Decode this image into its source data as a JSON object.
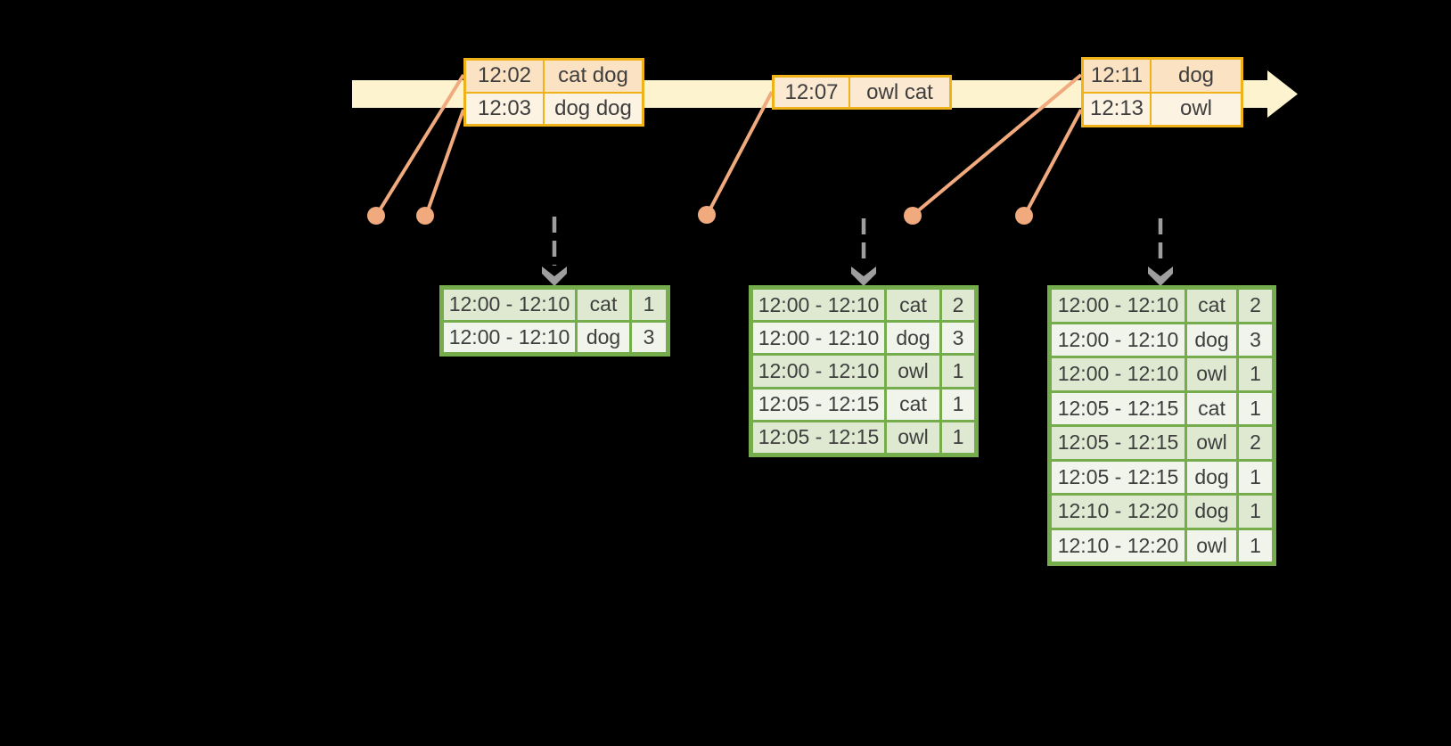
{
  "colors": {
    "background": "#000000",
    "timeline_band": "#fdf3cf",
    "event_border": "#efb219",
    "event_fill_dark": "#fbe2c2",
    "event_fill_light": "#fdf3e2",
    "event_fill_mid": "#fce9d2",
    "table_border": "#76ad4c",
    "table_row_dark": "#dfe9d1",
    "table_row_light": "#f0f4ea",
    "text": "#3e3e3e",
    "connector": "#f0aa7d",
    "trigger_arrow": "#9e9e9e"
  },
  "event_boxes": [
    {
      "rows": [
        {
          "time": "12:02",
          "words": "cat dog"
        },
        {
          "time": "12:03",
          "words": "dog dog"
        }
      ]
    },
    {
      "rows": [
        {
          "time": "12:07",
          "words": "owl cat"
        }
      ]
    },
    {
      "rows": [
        {
          "time": "12:11",
          "words": "dog"
        },
        {
          "time": "12:13",
          "words": "owl"
        }
      ]
    }
  ],
  "result_tables": [
    {
      "rows": [
        {
          "window": "12:00 - 12:10",
          "key": "cat",
          "count": "1"
        },
        {
          "window": "12:00 - 12:10",
          "key": "dog",
          "count": "3"
        }
      ]
    },
    {
      "rows": [
        {
          "window": "12:00 - 12:10",
          "key": "cat",
          "count": "2"
        },
        {
          "window": "12:00 - 12:10",
          "key": "dog",
          "count": "3"
        },
        {
          "window": "12:00 - 12:10",
          "key": "owl",
          "count": "1"
        },
        {
          "window": "12:05 - 12:15",
          "key": "cat",
          "count": "1"
        },
        {
          "window": "12:05 - 12:15",
          "key": "owl",
          "count": "1"
        }
      ]
    },
    {
      "rows": [
        {
          "window": "12:00 - 12:10",
          "key": "cat",
          "count": "2"
        },
        {
          "window": "12:00 - 12:10",
          "key": "dog",
          "count": "3"
        },
        {
          "window": "12:00 - 12:10",
          "key": "owl",
          "count": "1"
        },
        {
          "window": "12:05 - 12:15",
          "key": "cat",
          "count": "1"
        },
        {
          "window": "12:05 - 12:15",
          "key": "owl",
          "count": "2"
        },
        {
          "window": "12:05 - 12:15",
          "key": "dog",
          "count": "1"
        },
        {
          "window": "12:10 - 12:20",
          "key": "dog",
          "count": "1"
        },
        {
          "window": "12:10 - 12:20",
          "key": "owl",
          "count": "1"
        }
      ]
    }
  ]
}
